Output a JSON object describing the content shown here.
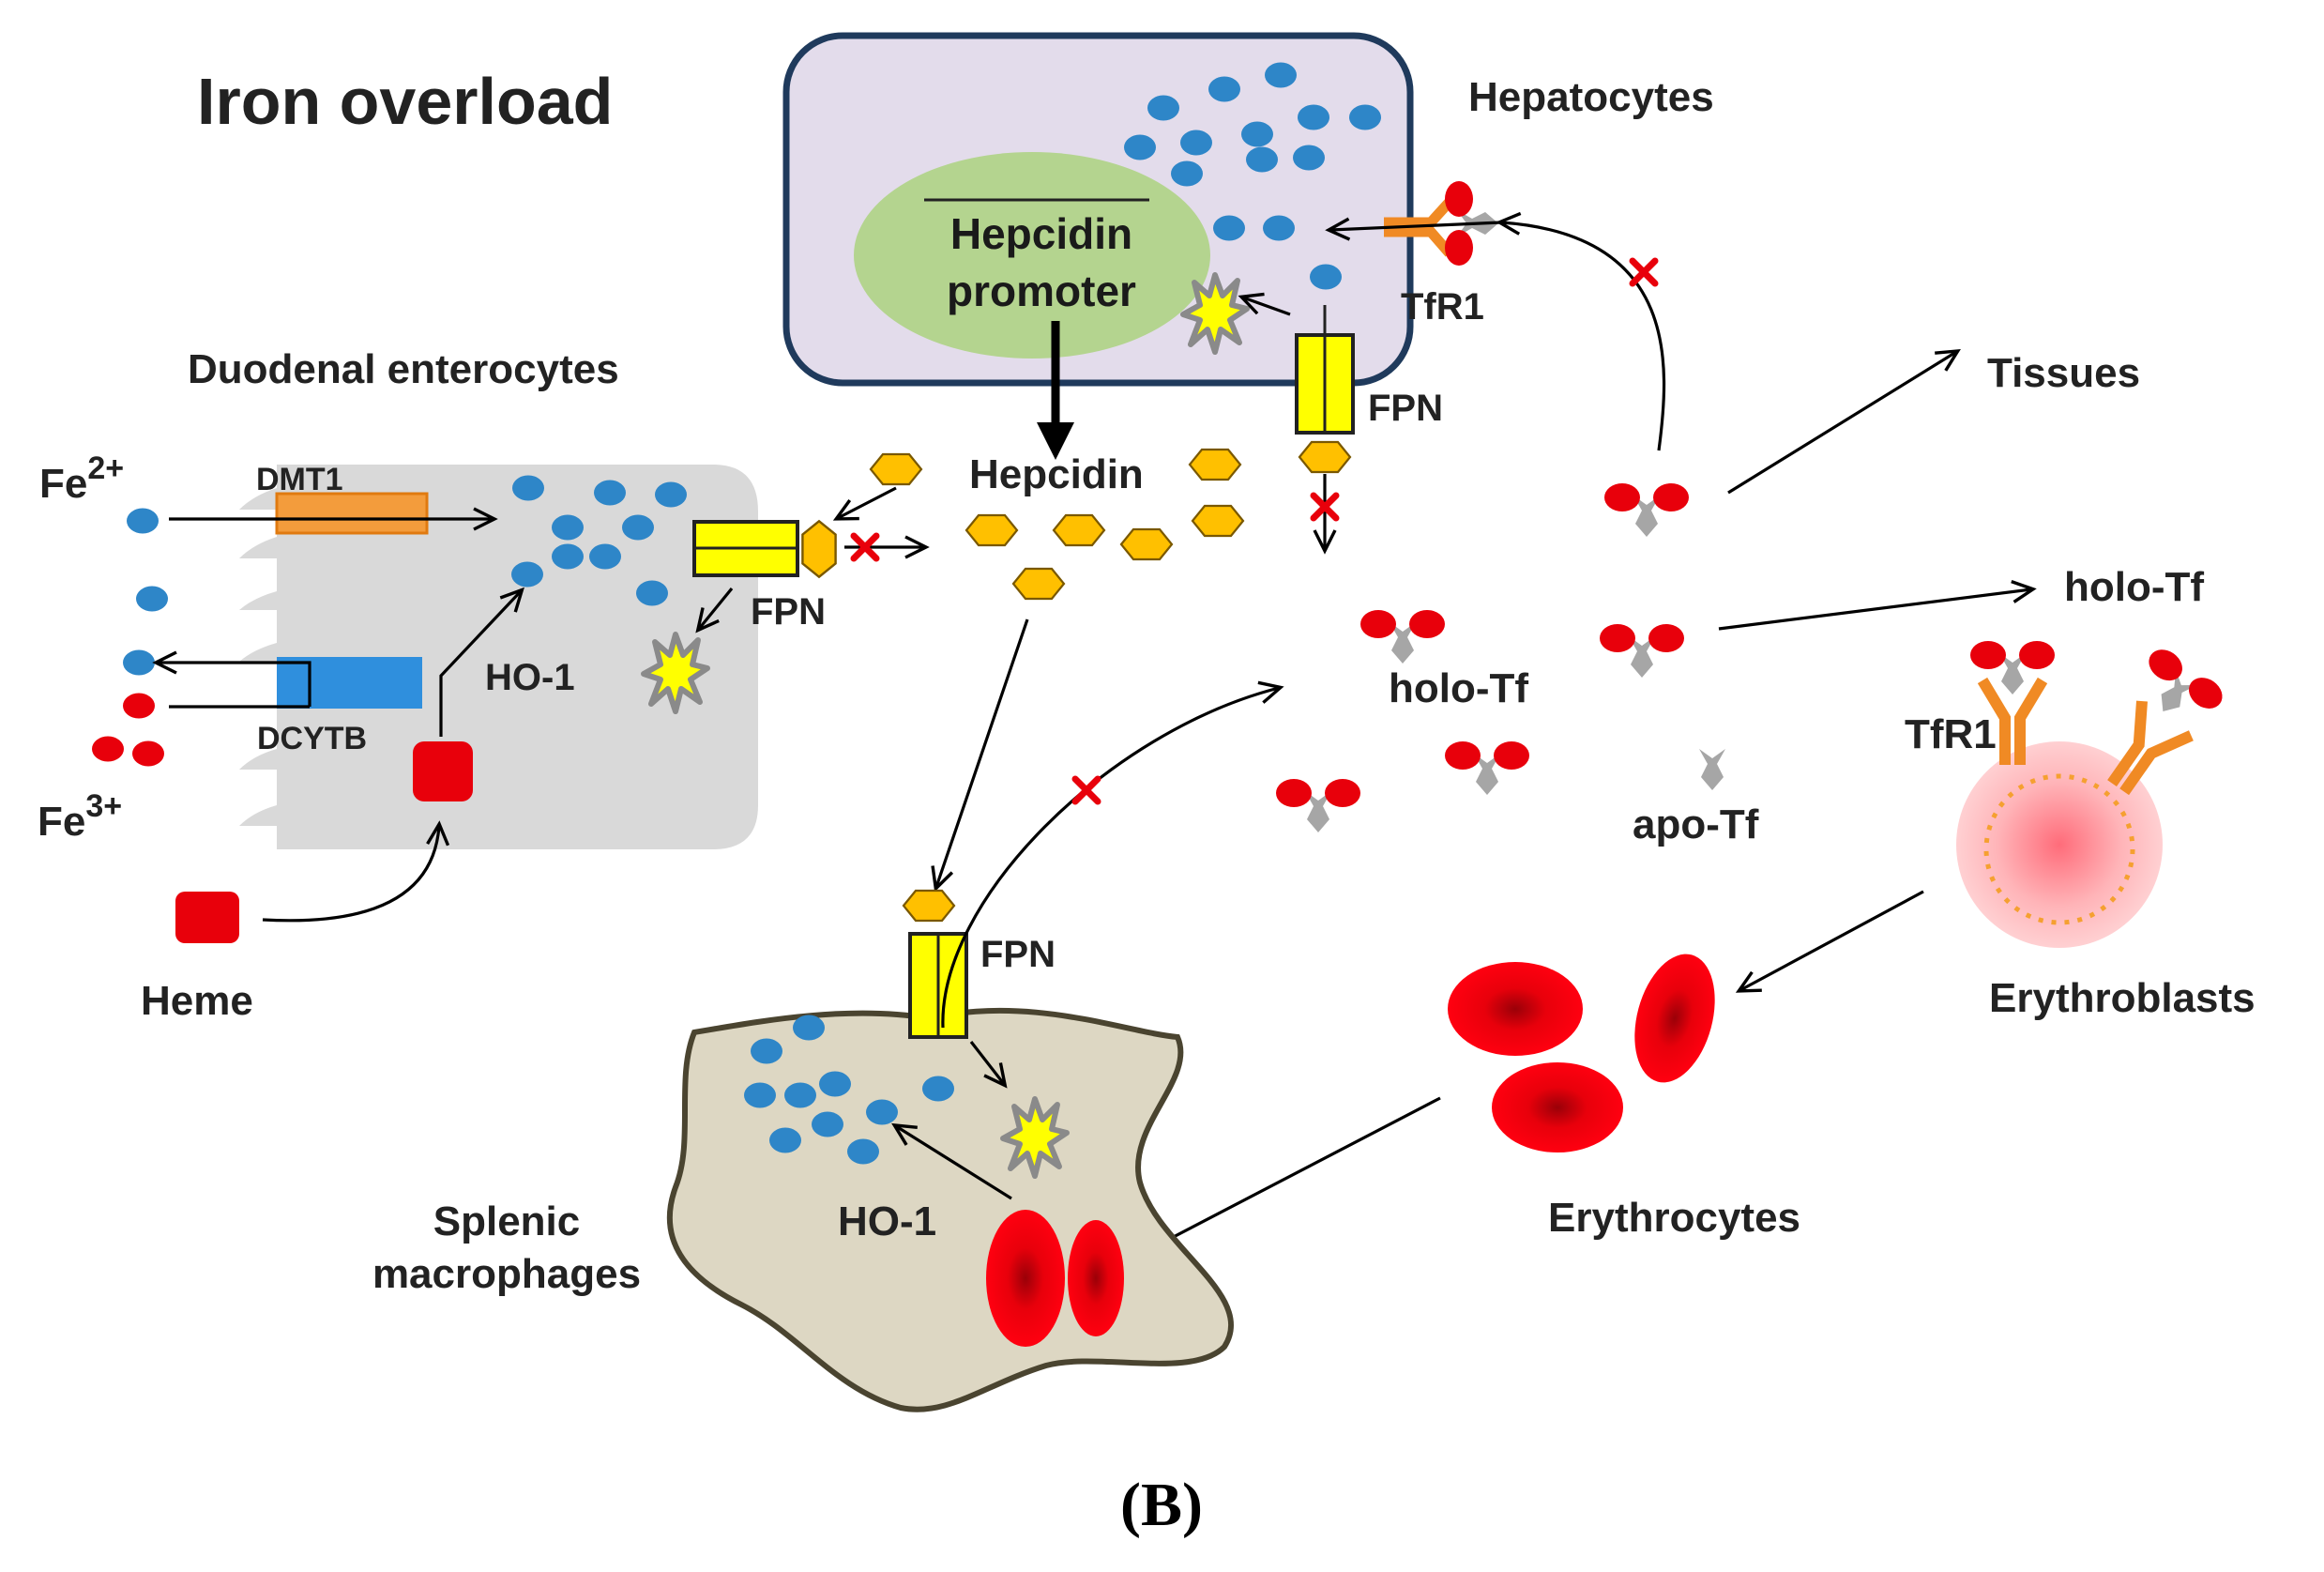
{
  "figure": {
    "title": "Iron overload",
    "panel_label": "(B)"
  },
  "labels": {
    "hepatocytes": "Hepatocytes",
    "hepcidin_promoter_line1": "Hepcidin",
    "hepcidin_promoter_line2": "promoter",
    "tfr1_hepatocyte": "TfR1",
    "fpn_hepatocyte": "FPN",
    "duodenal_enterocytes": "Duodenal enterocytes",
    "fe2": "Fe",
    "fe2_charge": "2+",
    "fe3": "Fe",
    "fe3_charge": "3+",
    "dmt1": "DMT1",
    "dcytb": "DCYTB",
    "ho1_enterocyte": "HO-1",
    "fpn_enterocyte": "FPN",
    "heme": "Heme",
    "hepcidin": "Hepcidin",
    "tissues": "Tissues",
    "holo_tf_right": "holo-Tf",
    "holo_tf_center": "holo-Tf",
    "apo_tf": "apo-Tf",
    "tfr1_erythroblast": "TfR1",
    "erythroblasts": "Erythroblasts",
    "erythrocytes": "Erythrocytes",
    "fpn_macrophage": "FPN",
    "ho1_macrophage": "HO-1",
    "splenic_line1": "Splenic",
    "splenic_line2": "macrophages"
  },
  "colors": {
    "iron_fe2": "#2e86c8",
    "iron_fe3": "#e8000b",
    "hepcidin": "#ffc000",
    "fpn": "#ffff00",
    "dmt1": "#f39c3c",
    "dcytb": "#2f8fdd",
    "hepatocyte_fill": "#e3dceb",
    "hepatocyte_border": "#1f3a5c",
    "promoter_fill": "#b4d48f",
    "enterocyte_fill": "#d9d9d9",
    "macrophage_fill": "#ddd7c3",
    "macrophage_border": "#4a4430",
    "transferrin": "#a6a6a6",
    "receptor": "#f08a24",
    "block_mark": "#e8000b"
  }
}
